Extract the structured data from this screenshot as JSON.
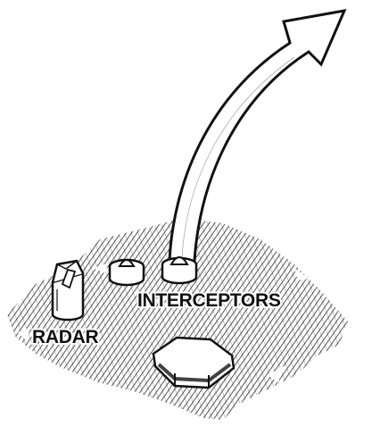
{
  "labels": {
    "interceptors": "INTERCEPTORS",
    "radar": "RADAR"
  },
  "colors": {
    "ink": "#111111",
    "paper": "#ffffff"
  },
  "icons": [
    "terrain-patch",
    "launch-trajectory-arrow",
    "interceptor-silo",
    "radar-tower",
    "command-building"
  ]
}
